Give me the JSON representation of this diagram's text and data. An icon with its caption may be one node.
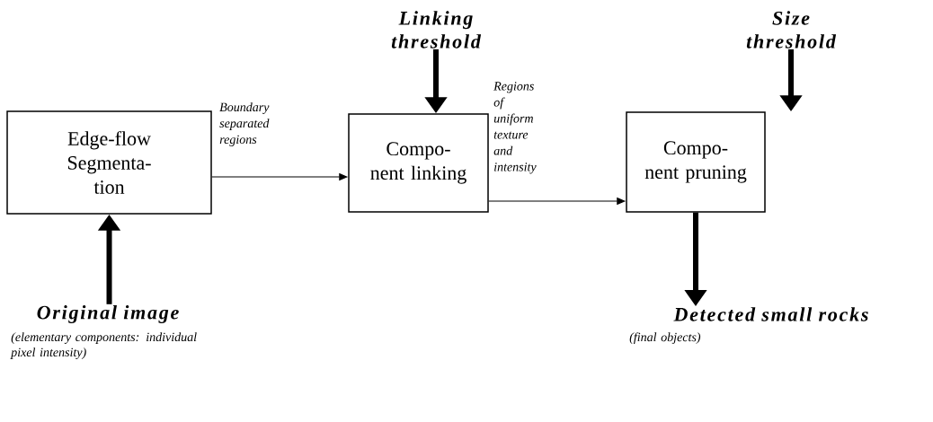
{
  "diagram": {
    "nodes": [
      {
        "text": [
          "Edge-flow Segmenta- tion"
        ]
      },
      {
        "text": [
          "Compo- nent linking"
        ]
      },
      {
        "text": [
          "Compo- nent pruning"
        ]
      },
      {
        "text": [
          "Linking threshold"
        ]
      },
      {
        "text": [
          "Size threshold"
        ]
      },
      {
        "text": [
          "Original image"
        ],
        "beside": [
          "(elementary components: individual pixel intensity)"
        ]
      },
      {
        "text": [
          "Detected small rocks"
        ],
        "beside": [
          "(final objects)"
        ]
      }
    ],
    "edges": [
      {
        "from": 0,
        "to": 1,
        "arrow": "to",
        "label": "Boundary separated regions"
      },
      {
        "from": 1,
        "to": 2,
        "arrow": "to",
        "label": "Regions of uniform texture and intensity"
      },
      {
        "from": 3,
        "to": 1,
        "arrow": "to"
      },
      {
        "from": 4,
        "to": 2,
        "arrow": "to"
      },
      {
        "from": 5,
        "to": 0,
        "arrow": "to"
      },
      {
        "from": 2,
        "to": 6,
        "arrow": "to"
      }
    ]
  }
}
